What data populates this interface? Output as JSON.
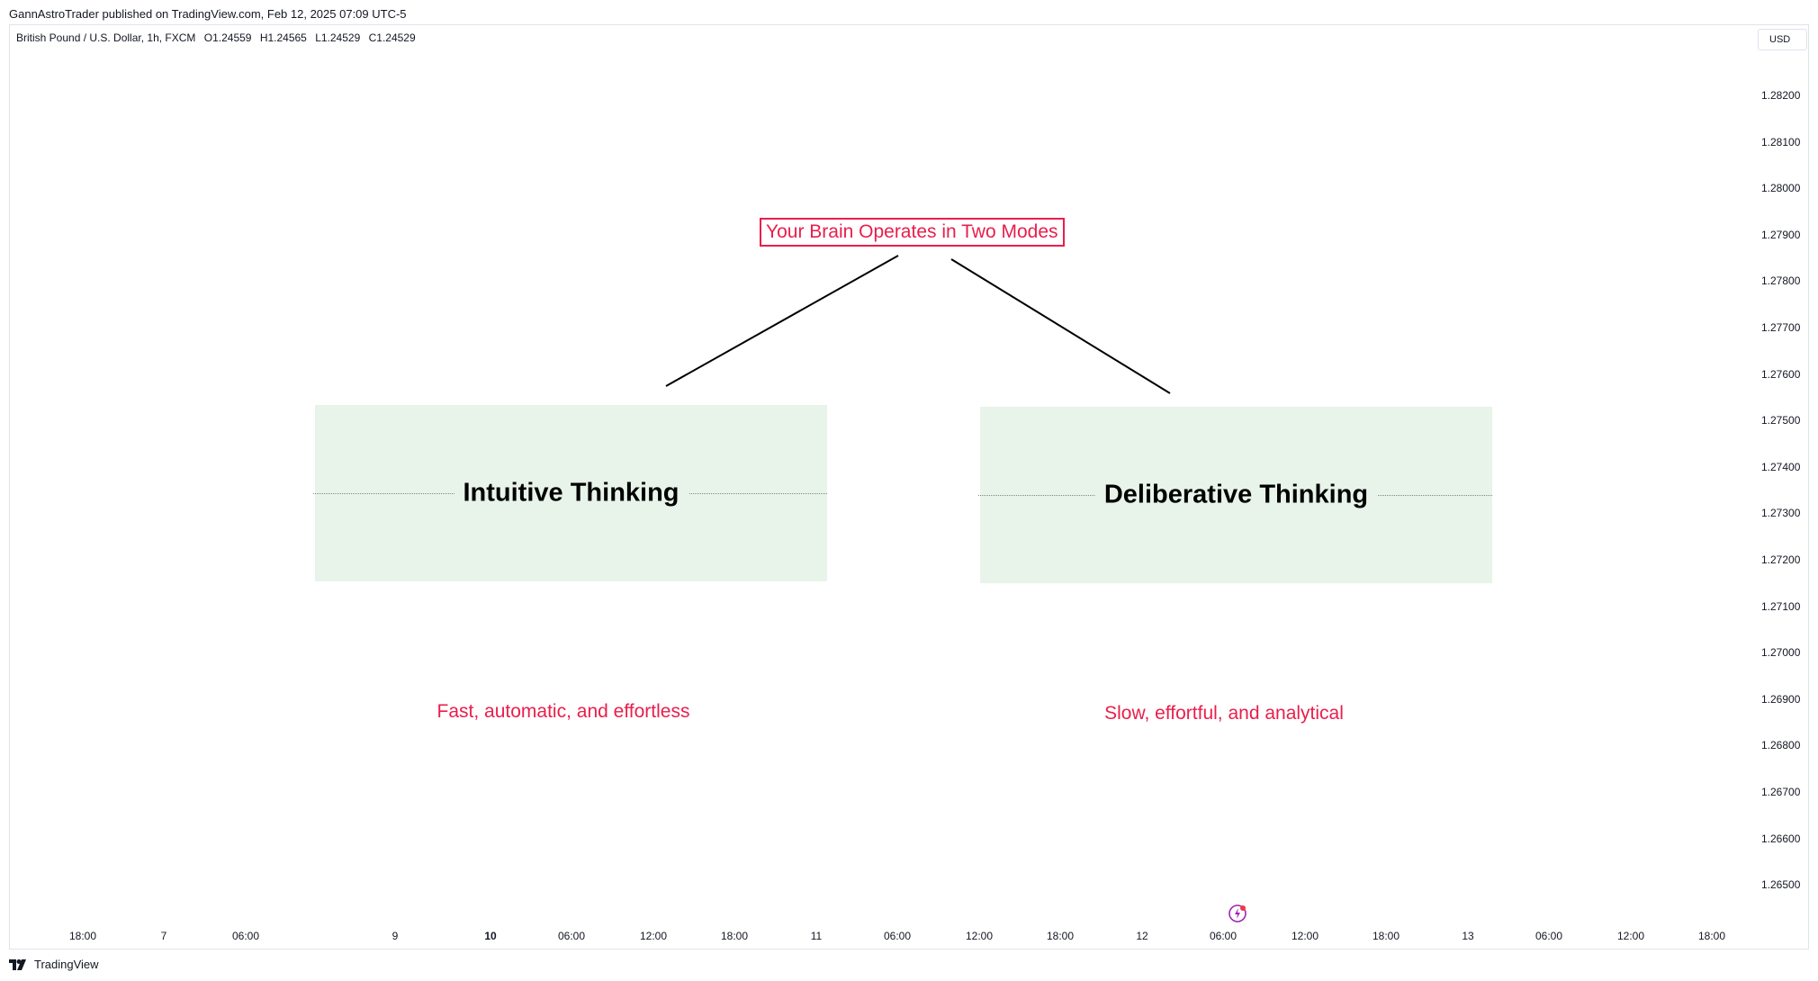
{
  "header": {
    "published": "GannAstroTrader published on TradingView.com, Feb 12, 2025 07:09 UTC-5"
  },
  "symbol": {
    "name": "British Pound / U.S. Dollar, 1h, FXCM",
    "open": "O1.24559",
    "high": "H1.24565",
    "low": "L1.24529",
    "close": "C1.24529"
  },
  "currency": "USD",
  "annotations": {
    "title": "Your Brain Operates in Two Modes",
    "left_box": "Intuitive Thinking",
    "right_box": "Deliberative Thinking",
    "left_desc": "Fast, automatic, and effortless",
    "right_desc": "Slow, effortful, and analytical"
  },
  "footer": {
    "brand": "TradingView"
  },
  "colors": {
    "accent": "#e91e4b",
    "box_fill": "#e8f4ea",
    "text": "#131722"
  },
  "chart_data": {
    "type": "line",
    "y_ticks": [
      "1.28200",
      "1.28100",
      "1.28000",
      "1.27900",
      "1.27800",
      "1.27700",
      "1.27600",
      "1.27500",
      "1.27400",
      "1.27300",
      "1.27200",
      "1.27100",
      "1.27000",
      "1.26900",
      "1.26800",
      "1.26700",
      "1.26600",
      "1.26500"
    ],
    "x_ticks": [
      "18:00",
      "7",
      "06:00",
      "9",
      "10",
      "06:00",
      "12:00",
      "18:00",
      "11",
      "06:00",
      "12:00",
      "18:00",
      "12",
      "06:00",
      "12:00",
      "18:00",
      "13",
      "06:00",
      "12:00",
      "18:00"
    ],
    "x_ticks_bold": [
      "10"
    ],
    "ylim": [
      1.264,
      1.2832
    ],
    "series": []
  }
}
